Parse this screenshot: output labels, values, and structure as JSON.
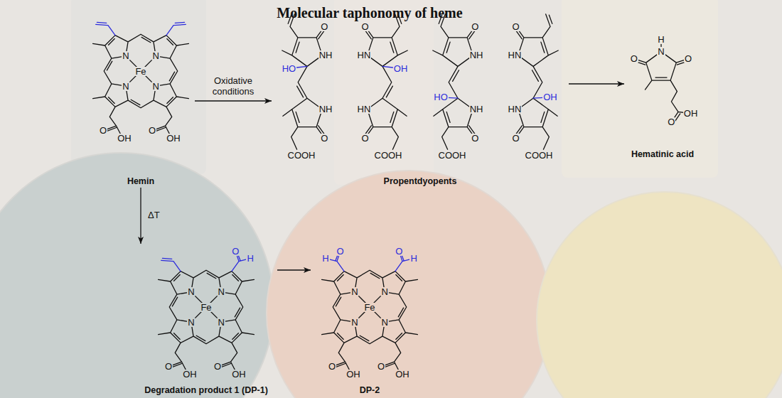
{
  "diagram": {
    "title": "Molecular taphonomy of heme",
    "nodes": [
      {
        "text": [
          "Hemin"
        ]
      },
      {
        "text": [
          "Propentdyopents"
        ]
      },
      {
        "text": [
          "Hematinic acid"
        ]
      },
      {
        "text": [
          "Degradation product 1 (DP-1)"
        ]
      },
      {
        "text": [
          "DP-2"
        ]
      }
    ],
    "edges": [
      {
        "from": 0,
        "to": 1,
        "label": "Oxidative conditions",
        "arrow": "to"
      },
      {
        "from": 1,
        "to": 2,
        "arrow": "to"
      },
      {
        "from": 0,
        "to": 3,
        "label": "ΔT",
        "arrow": "to"
      },
      {
        "from": 3,
        "to": 4,
        "arrow": "to"
      }
    ],
    "labels": [
      "Fe",
      "N",
      "N",
      "N",
      "N",
      "O",
      "OH",
      "O",
      "OH",
      "O",
      "NH",
      "HO",
      "NH",
      "O",
      "COOH",
      "O",
      "HN",
      "OH",
      "HN",
      "O",
      "COOH",
      "O",
      "NH",
      "HO",
      "NH",
      "O",
      "COOH",
      "O",
      "HN",
      "OH",
      "HN",
      "O",
      "COOH",
      "H",
      "N",
      "O",
      "O",
      "O",
      "OH",
      "Fe",
      "N",
      "N",
      "N",
      "N",
      "O",
      "H",
      "O",
      "OH",
      "O",
      "OH",
      "Fe",
      "N",
      "N",
      "N",
      "N",
      "O",
      "H",
      "O",
      "H",
      "O",
      "OH",
      "O",
      "OH"
    ]
  }
}
